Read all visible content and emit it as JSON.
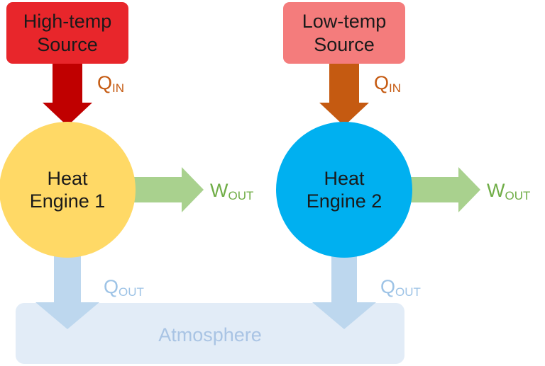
{
  "colors": {
    "high_source": "#e8262b",
    "low_source": "#f47c7c",
    "engine1": "#ffd966",
    "engine2": "#00b0f0",
    "work": "#a9d18e",
    "heat_in_1": "#c00000",
    "heat_in_2": "#c55a11",
    "heat_out": "#bdd7ee",
    "atmosphere": "#e2ecf7",
    "heat_in_label": "#c55a11",
    "work_label": "#70ad47",
    "heat_out_label": "#9dc3e6",
    "atmosphere_label": "#a9c4e4"
  },
  "sources": {
    "high": {
      "line1": "High-temp",
      "line2": "Source"
    },
    "low": {
      "line1": "Low-temp",
      "line2": "Source"
    }
  },
  "engines": {
    "one": {
      "line1": "Heat",
      "line2": "Engine 1"
    },
    "two": {
      "line1": "Heat",
      "line2": "Engine 2"
    }
  },
  "flows": {
    "heat_in": {
      "symbol": "Q",
      "subscript": "IN"
    },
    "work_out": {
      "symbol": "W",
      "subscript": "OUT"
    },
    "heat_out": {
      "symbol": "Q",
      "subscript": "OUT"
    }
  },
  "atmosphere": {
    "label": "Atmosphere"
  }
}
